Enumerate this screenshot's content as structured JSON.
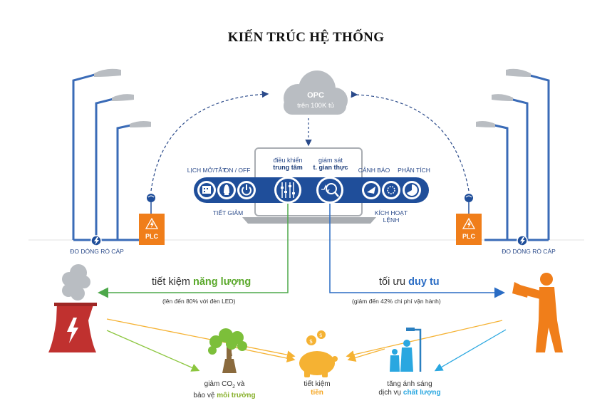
{
  "title": "KIẾN TRÚC HỆ THỐNG",
  "cloud": {
    "line1": "OPC",
    "line2": "trên 100K tủ"
  },
  "center": {
    "control_line1": "điều khiển",
    "control_line2": "trung tâm",
    "monitor_line1": "giám sát",
    "monitor_line2": "t. gian thực"
  },
  "left_functions": {
    "schedule": "LỊCH MỞ/TẮT",
    "onoff": "ON / OFF",
    "dimming": "TIẾT GIẢM"
  },
  "right_functions": {
    "alarm": "CẢNH BÁO",
    "analysis": "PHÂN TÍCH",
    "trigger_line1": "KÍCH HOẠT",
    "trigger_line2": "LỆNH"
  },
  "plc": {
    "left": "PLC",
    "right": "PLC"
  },
  "leak_left": "ĐO DÒNG RÒ CÁP",
  "leak_right": "ĐO DÒNG RÒ CÁP",
  "energy": {
    "prefix": "tiết kiệm ",
    "highlight": "năng lượng",
    "note": "(lên đến 80% với đèn LED)"
  },
  "maintenance": {
    "prefix": "tối ưu ",
    "highlight": "duy tu",
    "note": "(giảm đến 42% chi phí vận hành)"
  },
  "outcomes": {
    "co2_line1_a": "giảm CO",
    "co2_sub": "2",
    "co2_line1_b": " và",
    "co2_line2_prefix": "bảo vệ ",
    "co2_line2_highlight": "môi trường",
    "money_line1": "tiết kiệm",
    "money_line2": "tiền",
    "light_line1": "tăng ánh sáng",
    "light_line2_prefix": "dịch vụ ",
    "light_line2_highlight": "chất lượng"
  },
  "colors": {
    "navy": "#1f4e9a",
    "orange": "#f07e1a",
    "green": "#5aa82b",
    "yellow": "#f5b233",
    "cyan": "#2aa7e0",
    "plant_red": "#c0312f"
  }
}
